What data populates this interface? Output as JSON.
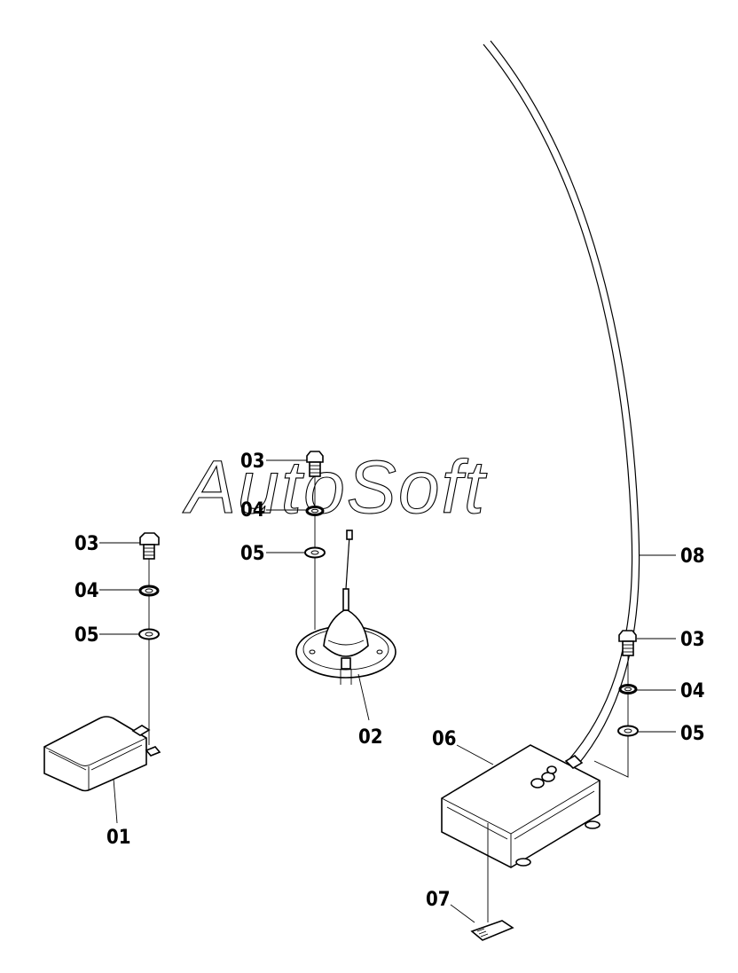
{
  "watermark": "AutoSoft",
  "callouts": {
    "c01": "01",
    "c02": "02",
    "c03_left": "03",
    "c04_left": "04",
    "c05_left": "05",
    "c03_center": "03",
    "c04_center": "04",
    "c05_center": "05",
    "c03_right": "03",
    "c04_right": "04",
    "c05_right": "05",
    "c06": "06",
    "c07": "07",
    "c08": "08"
  },
  "colors": {
    "line": "#000000",
    "background": "#ffffff"
  }
}
